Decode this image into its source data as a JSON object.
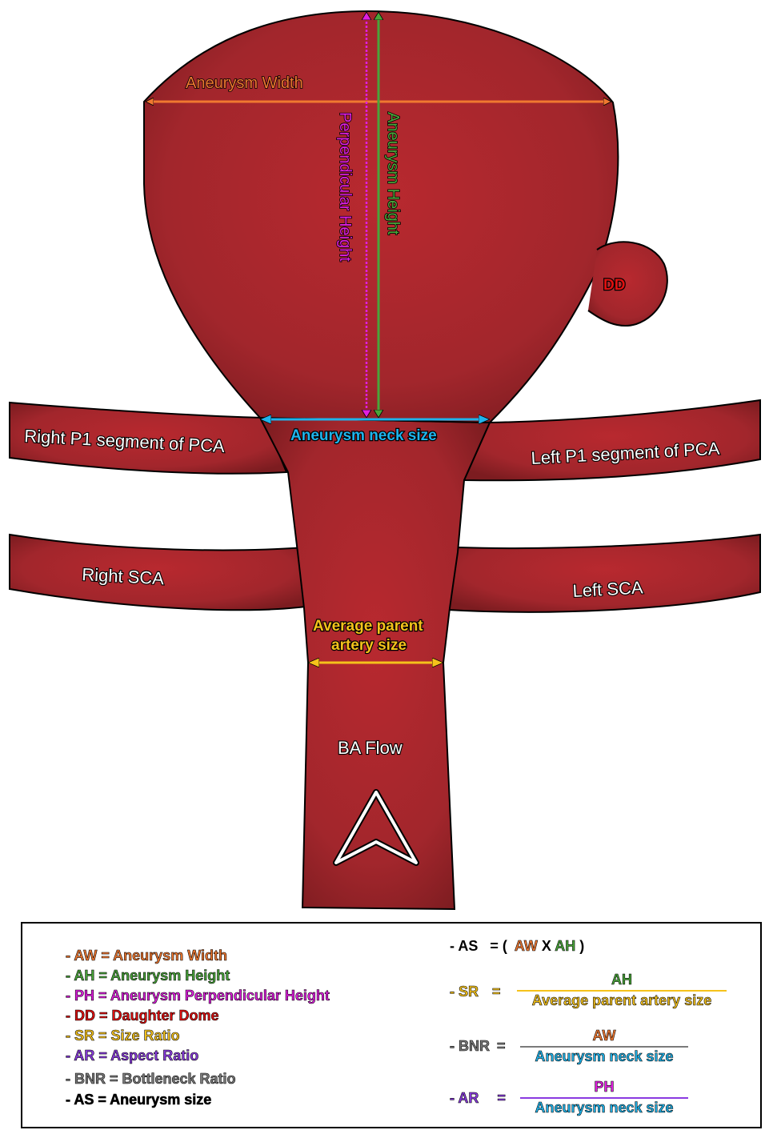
{
  "colors": {
    "vessel": "#ad2a30",
    "vessel_dark": "#7f1d21",
    "aw": "#f07830",
    "ah": "#49a53a",
    "ph": "#e01ee0",
    "dd": "#e01010",
    "sr": "#f5c21b",
    "ar": "#8a3ae0",
    "bnr": "#7a7a7a",
    "neck": "#1fb4ec",
    "black": "#000000"
  },
  "labels": {
    "aneurysm_width": "Aneurysm Width",
    "aneurysm_height": "Aneurysm Height",
    "perpendicular_height": "Perpendicular Height",
    "dd": "DD",
    "neck_size": "Aneurysm neck size",
    "right_p1": "Right P1 segment of PCA",
    "left_p1": "Left P1 segment of PCA",
    "right_sca": "Right SCA",
    "left_sca": "Left SCA",
    "parent_artery_line1": "Average parent",
    "parent_artery_line2": "artery size",
    "ba_flow": "BA Flow"
  },
  "legend": {
    "items": [
      {
        "text": "- AW = Aneurysm Width",
        "color": "aw"
      },
      {
        "text": "- AH = Aneurysm Height",
        "color": "ah"
      },
      {
        "text": "- PH = Aneurysm Perpendicular Height",
        "color": "ph"
      },
      {
        "text": "- DD = Daughter Dome",
        "color": "dd"
      },
      {
        "text": "- SR = Size Ratio",
        "color": "sr"
      },
      {
        "text": "- AR = Aspect Ratio",
        "color": "ar"
      },
      {
        "text": "- BNR = Bottleneck Ratio",
        "color": "bnr"
      },
      {
        "text": "- AS = Aneurysm size",
        "color": "black"
      }
    ],
    "formulas": {
      "as": {
        "prefix": "- AS",
        "eq": "= (",
        "aw": "AW",
        "x": "X",
        "ah": "AH",
        "close": ")"
      },
      "sr": {
        "prefix": "- SR",
        "eq": "=",
        "numerator": "AH",
        "denominator": "Average parent artery size"
      },
      "bnr": {
        "prefix": "- BNR",
        "eq": "=",
        "numerator": "AW",
        "denominator": "Aneurysm neck size"
      },
      "ar": {
        "prefix": "- AR",
        "eq": "=",
        "numerator": "PH",
        "denominator": "Aneurysm neck size"
      }
    }
  }
}
